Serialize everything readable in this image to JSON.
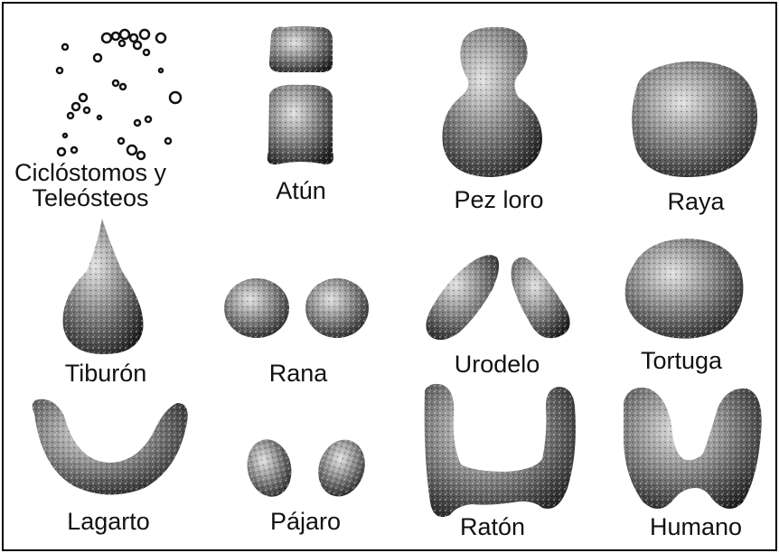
{
  "figure": {
    "panels": [
      {
        "label": "Ciclóstomos y",
        "label_line2": "Teleósteos"
      },
      {
        "label": "Atún"
      },
      {
        "label": "Pez loro"
      },
      {
        "label": "Raya"
      },
      {
        "label": "Tiburón"
      },
      {
        "label": "Rana"
      },
      {
        "label": "Urodelo"
      },
      {
        "label": "Tortuga"
      },
      {
        "label": "Lagarto"
      },
      {
        "label": "Pájaro"
      },
      {
        "label": "Ratón"
      },
      {
        "label": "Humano"
      }
    ]
  }
}
